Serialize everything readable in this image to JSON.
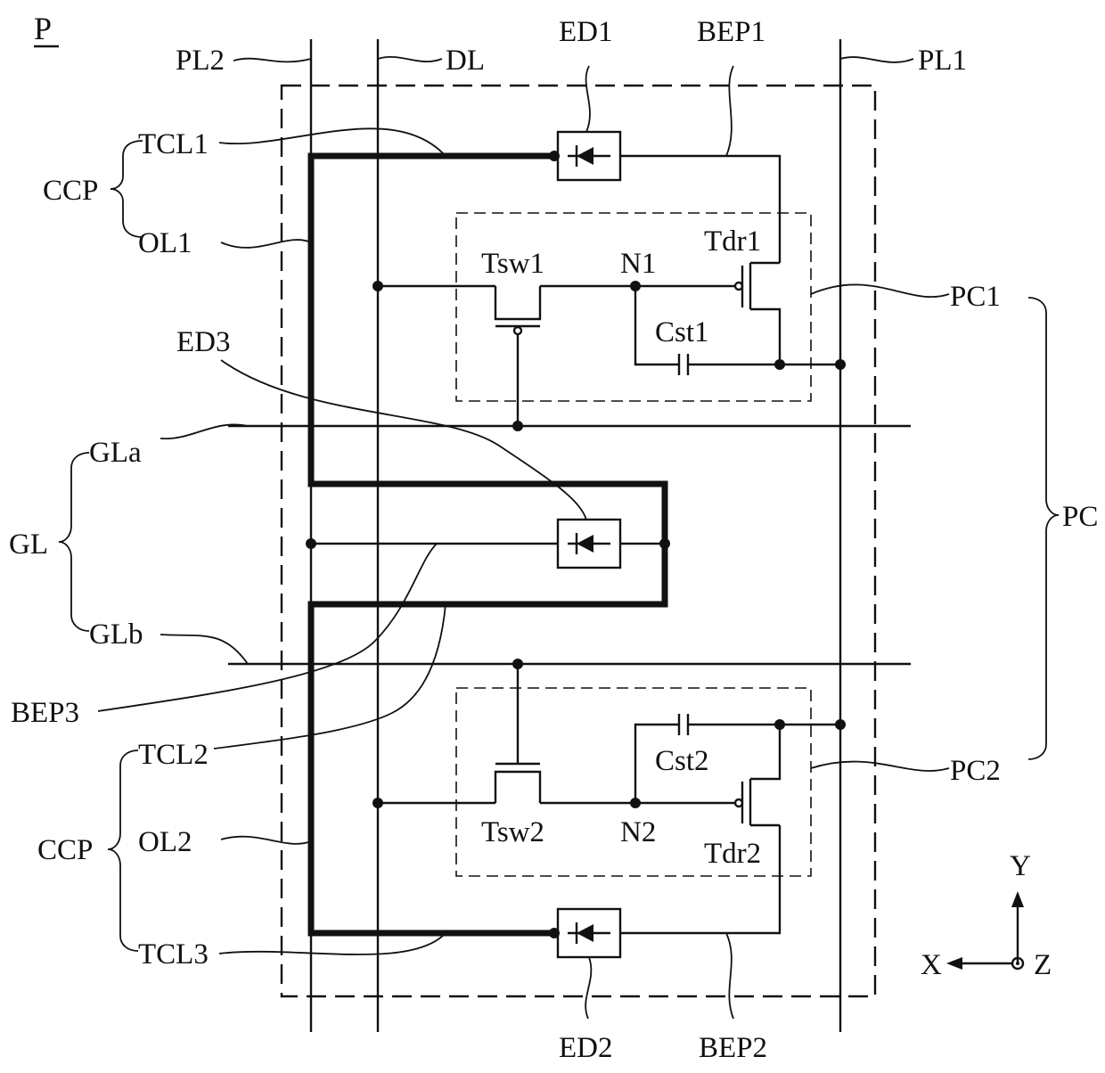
{
  "figure_label": "P",
  "lines": {
    "power_line_2": "PL2",
    "data_line": "DL",
    "power_line_1": "PL1",
    "gate_line_a": "GLa",
    "gate_line_b": "GLb",
    "gate_line_group": "GL"
  },
  "devices": {
    "ed1": "ED1",
    "ed2": "ED2",
    "ed3": "ED3"
  },
  "electrodes": {
    "bep1": "BEP1",
    "bep2": "BEP2",
    "bep3": "BEP3"
  },
  "connection": {
    "group_top": "CCP",
    "group_bottom": "CCP",
    "tcl1": "TCL1",
    "tcl2": "TCL2",
    "tcl3": "TCL3",
    "ol1": "OL1",
    "ol2": "OL2"
  },
  "pixel_circuit_1": {
    "label": "PC1",
    "switch": "Tsw1",
    "node": "N1",
    "driver": "Tdr1",
    "capacitor": "Cst1"
  },
  "pixel_circuit_2": {
    "label": "PC2",
    "switch": "Tsw2",
    "node": "N2",
    "driver": "Tdr2",
    "capacitor": "Cst2"
  },
  "pixel_circuit_group": "PC",
  "axes": {
    "x": "X",
    "y": "Y",
    "z": "Z"
  }
}
